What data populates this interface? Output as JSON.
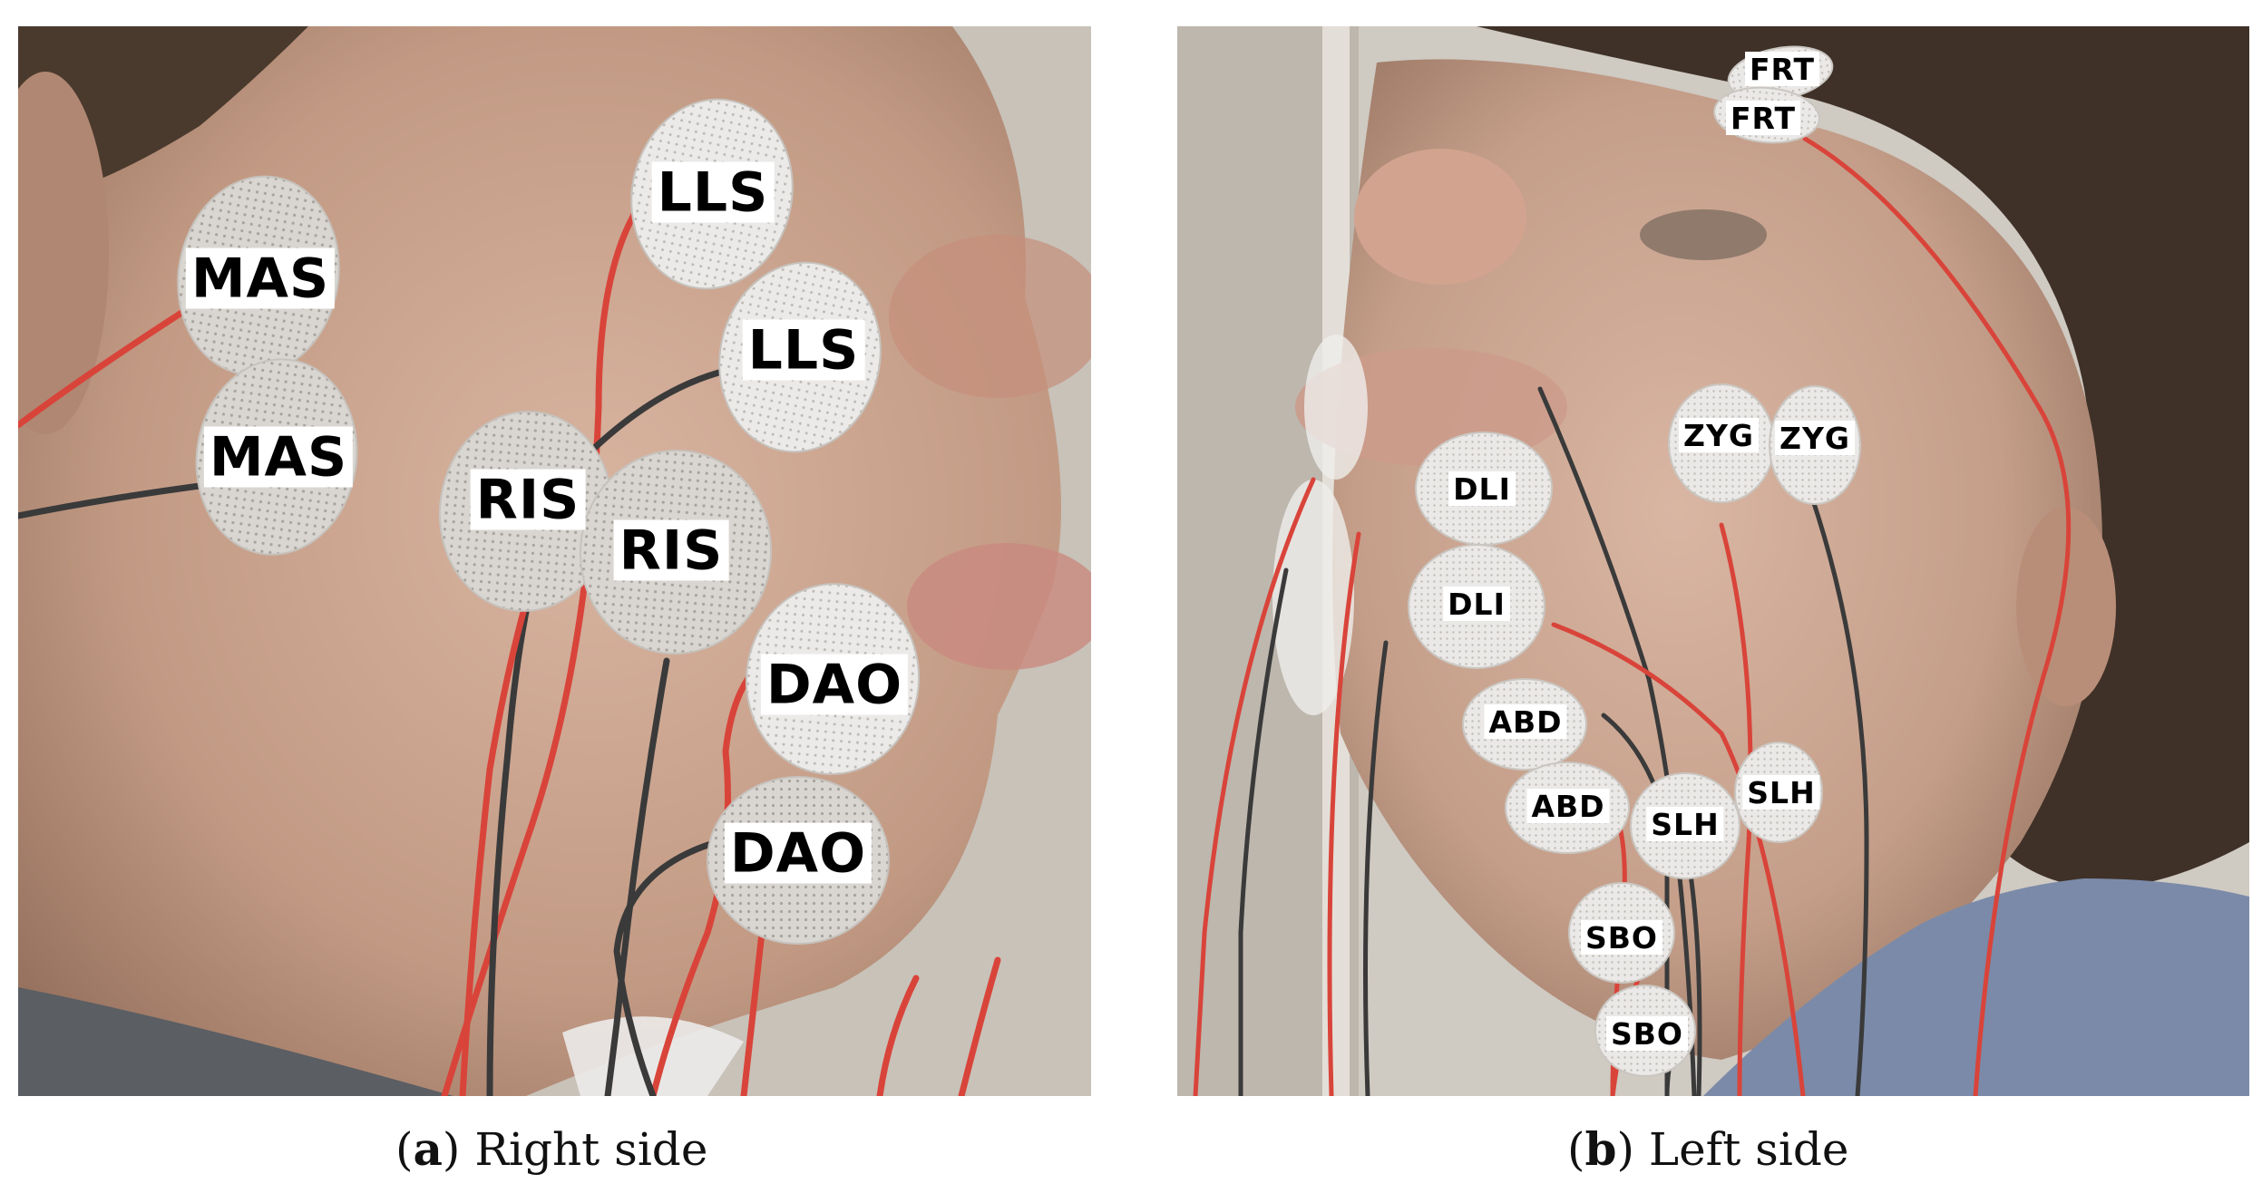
{
  "panels": [
    {
      "letter": "a",
      "caption": "Right side",
      "labels": [
        "MAS",
        "MAS",
        "LLS",
        "LLS",
        "RIS",
        "RIS",
        "DAO",
        "DAO"
      ]
    },
    {
      "letter": "b",
      "caption": "Left side",
      "labels": [
        "FRT",
        "FRT",
        "ZYG",
        "ZYG",
        "DLI",
        "DLI",
        "ABD",
        "ABD",
        "SLH",
        "SLH",
        "SBO",
        "SBO"
      ]
    }
  ],
  "colors": {
    "electrode": "#e6e6e4",
    "lead_red": "#d9443a",
    "lead_black": "#3a3a3a",
    "skin": "#caa188"
  }
}
